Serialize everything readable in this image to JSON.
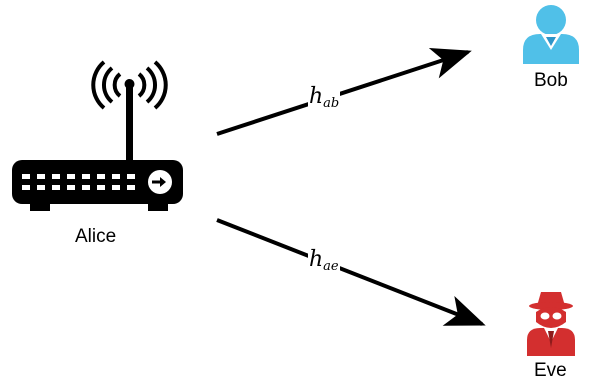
{
  "nodes": {
    "alice": {
      "label": "Alice",
      "icon": "wireless-router-icon"
    },
    "bob": {
      "label": "Bob",
      "icon": "user-icon",
      "color": "#4FB8E0"
    },
    "eve": {
      "label": "Eve",
      "icon": "spy-icon",
      "color": "#D32F2F"
    }
  },
  "edges": {
    "alice_bob": {
      "main": "h",
      "sub": "ab"
    },
    "alice_eve": {
      "main": "h",
      "sub": "ae"
    }
  },
  "colors": {
    "stroke": "#000000",
    "router": "#000000"
  }
}
